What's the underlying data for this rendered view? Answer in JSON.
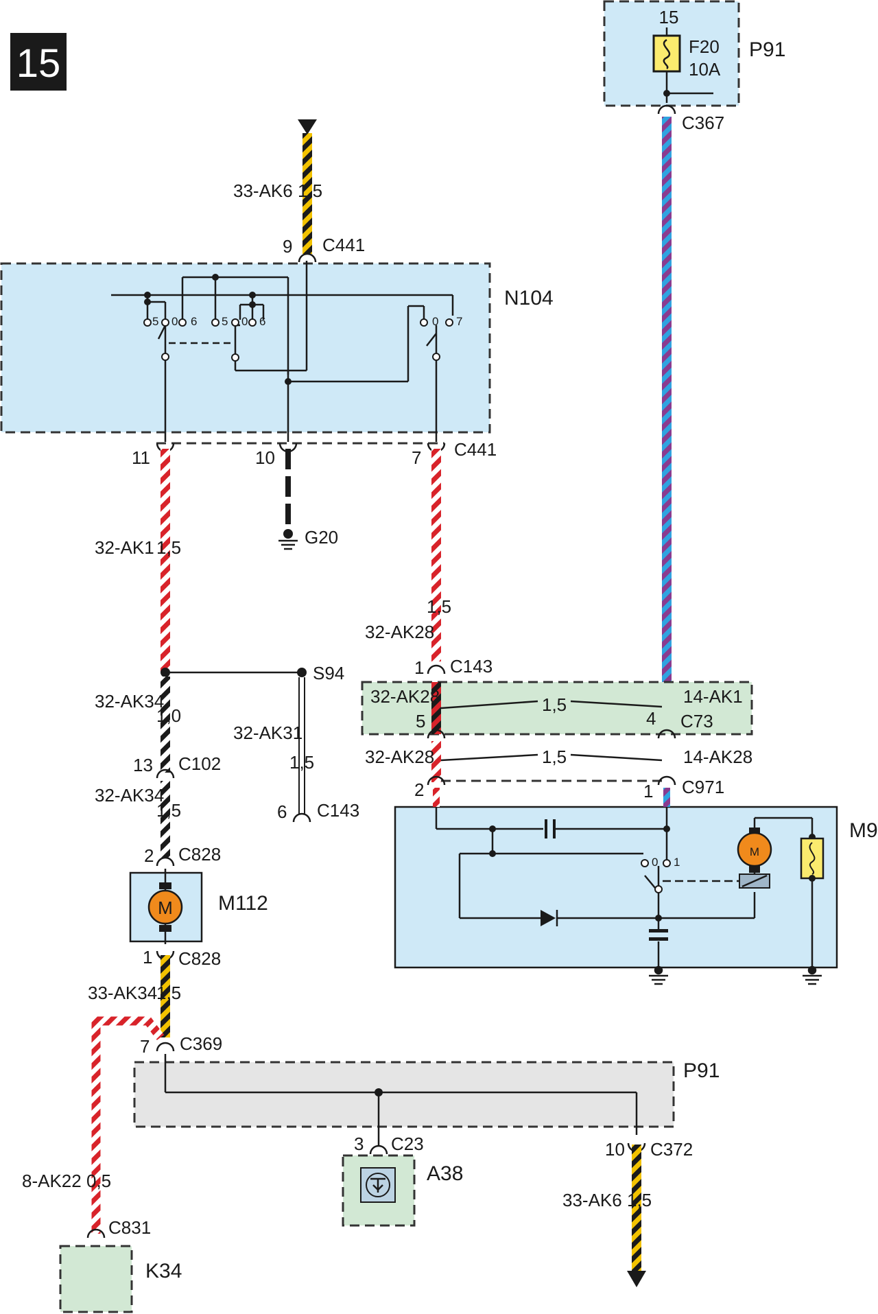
{
  "page_number": "15",
  "components": {
    "P91_top": {
      "label": "P91",
      "fuse_pin": "15",
      "fuse_name": "F20",
      "fuse_rating": "10A"
    },
    "N104": {
      "label": "N104",
      "switch_positions_left": [
        "5",
        "0",
        "6"
      ],
      "switch_positions_mid": [
        "5",
        "0",
        "6"
      ],
      "switch_positions_right": [
        "0",
        "7"
      ]
    },
    "G20": {
      "label": "G20"
    },
    "S94": {
      "label": "S94"
    },
    "C73_box": {
      "label": "C73"
    },
    "M9": {
      "label": "M9",
      "motor_letter": "M",
      "switch_pos_0": "0",
      "switch_pos_1": "1"
    },
    "M112": {
      "label": "M112",
      "motor_letter": "M"
    },
    "P91_bottom": {
      "label": "P91"
    },
    "A38": {
      "label": "A38"
    },
    "K34": {
      "label": "K34"
    }
  },
  "connectors": {
    "c367": "C367",
    "c441_top": "C441",
    "c441_top_pin": "9",
    "c441_bottom": "C441",
    "pin_11": "11",
    "pin_10": "10",
    "pin_7": "7",
    "c143_top": "C143",
    "c143_top_pin": "1",
    "c73_pin5": "5",
    "c73_pin4": "4",
    "c971": "C971",
    "c971_pin2": "2",
    "c971_pin1": "1",
    "c102": "C102",
    "c102_pin": "13",
    "c143_s94": "C143",
    "c143_s94_pin": "6",
    "c828_top": "C828",
    "c828_top_pin": "2",
    "c828_bottom": "C828",
    "c828_bottom_pin": "1",
    "c369": "C369",
    "c369_pin": "7",
    "c23": "C23",
    "c23_pin": "3",
    "c372": "C372",
    "c372_pin": "10",
    "c831": "C831"
  },
  "wires": {
    "w_33ak6_top": {
      "id": "33-AK6",
      "size": "1,5"
    },
    "w_32ak1": {
      "id": "32-AK1",
      "size": "1,5"
    },
    "w_32ak28_upper": {
      "id": "32-AK28",
      "size": "1,5"
    },
    "w_32ak34_a": {
      "id": "32-AK34",
      "size": "1,0"
    },
    "w_32ak31": {
      "id": "32-AK31",
      "size": "1,5"
    },
    "w_c73_left": {
      "id": "32-AK28"
    },
    "w_c73_right": {
      "id": "14-AK1"
    },
    "w_c73_size": "1,5",
    "w_32ak28_lower": {
      "id": "32-AK28",
      "size": "1,5"
    },
    "w_14ak28": {
      "id": "14-AK28"
    },
    "w_32ak34_b": {
      "id": "32-AK34",
      "size": "1,5"
    },
    "w_33ak34": {
      "id": "33-AK34",
      "size": "1,5"
    },
    "w_8ak22": {
      "id": "8-AK22",
      "size": "0,5"
    },
    "w_33ak6_bottom": {
      "id": "33-AK6",
      "size": "1,5"
    }
  },
  "colors": {
    "box_blue": "#cfe9f7",
    "box_green": "#d2e8d4",
    "box_gray": "#e5e5e5",
    "wire_red": "#d8232a",
    "wire_yellow": "#f2c200",
    "wire_blue": "#2fa3e0",
    "wire_purple": "#8a3b8f",
    "motor_orange": "#f08a1c",
    "fuse_yellow": "#fbeb6e"
  }
}
